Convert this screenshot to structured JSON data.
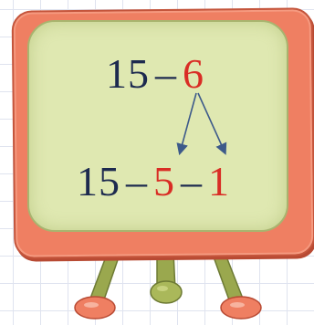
{
  "top_expression": {
    "minuend": "15",
    "operator": "–",
    "subtrahend": "6"
  },
  "bottom_expression": {
    "minuend": "15",
    "operator_1": "–",
    "part_1": "5",
    "operator_2": "–",
    "part_2": "1"
  },
  "colors": {
    "frame": "#ef7f62",
    "board": "#dfe8b1",
    "legs": "#9aa84e",
    "feet": "#ef7f62",
    "dark_number": "#1d2a4f",
    "red_number": "#d92d25",
    "arrow": "#3d5a8a",
    "grid": "#dfe3ef"
  }
}
